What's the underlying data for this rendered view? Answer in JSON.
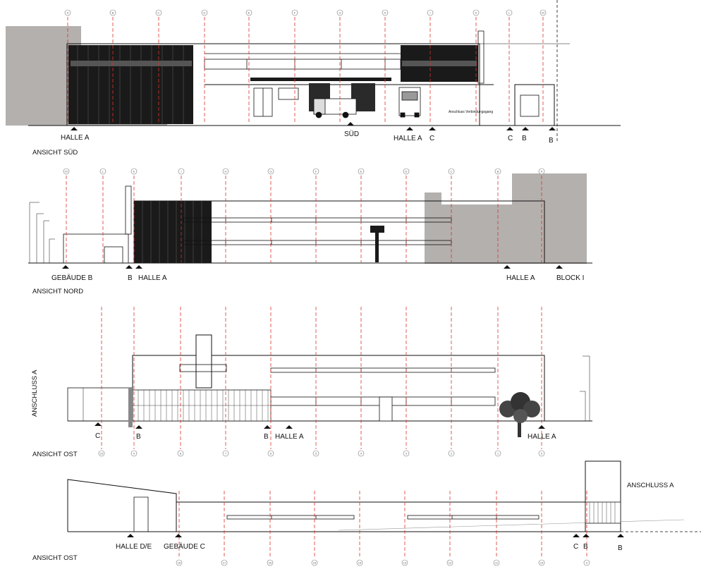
{
  "elevations": [
    {
      "id": "sued",
      "title": "ANSICHT SÜD",
      "grid_labels": [
        "A",
        "B",
        "C",
        "D",
        "E",
        "F",
        "G",
        "H",
        "I",
        "K",
        "L",
        "M"
      ],
      "markers": [
        "HALLE A",
        "SÜD",
        "HALLE A",
        "C",
        "C",
        "B",
        "B"
      ],
      "note": "Anschluss Verbindungsgang"
    },
    {
      "id": "nord",
      "title": "ANSICHT NORD",
      "grid_labels": [
        "M",
        "L",
        "K",
        "I",
        "H",
        "G",
        "F",
        "E",
        "D",
        "C",
        "B",
        "A"
      ],
      "markers": [
        "GEBÄUDE B",
        "B",
        "HALLE A",
        "HALLE A",
        "BLOCK I"
      ]
    },
    {
      "id": "ost1",
      "title": "ANSICHT OST",
      "side_label": "ANSCHLUSS A",
      "grid_labels": [
        "10",
        "9",
        "8",
        "7",
        "6",
        "5",
        "4",
        "3",
        "2",
        "1",
        "0"
      ],
      "markers": [
        "C",
        "B",
        "B",
        "HALLE A",
        "HALLE A"
      ]
    },
    {
      "id": "ost2",
      "title": "ANSICHT OST",
      "side_label": "ANSCHLUSS A",
      "grid_labels": [
        "18",
        "17",
        "16",
        "15",
        "14",
        "13",
        "12",
        "11",
        "10",
        "9"
      ],
      "markers": [
        "HALLE D/E",
        "GEBÄUDE C",
        "C",
        "B",
        "B"
      ]
    }
  ],
  "colors": {
    "axis": "#d9342b",
    "shade": "#b4b0ad",
    "ink": "#111111"
  }
}
